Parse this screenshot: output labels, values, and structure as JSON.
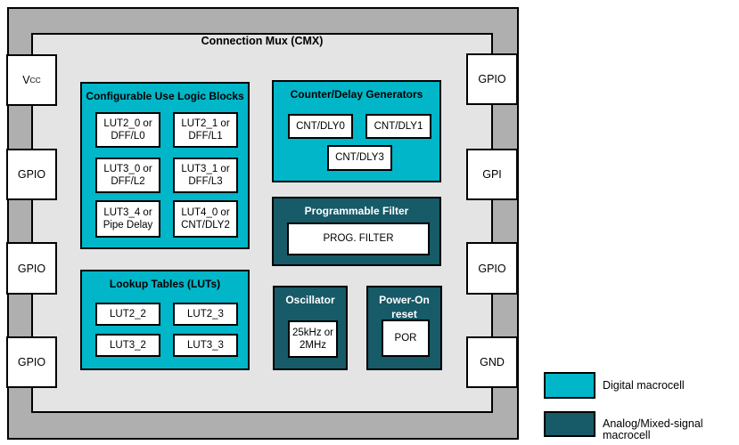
{
  "chip": {
    "title": "Connection Mux (CMX)"
  },
  "pins": {
    "left": [
      {
        "id": "vcc",
        "text": "V",
        "sub": "CC"
      },
      {
        "id": "gpio",
        "text": "GPIO"
      },
      {
        "id": "gpio",
        "text": "GPIO"
      },
      {
        "id": "gpio",
        "text": "GPIO"
      }
    ],
    "right": [
      {
        "id": "gpio",
        "text": "GPIO"
      },
      {
        "id": "gpi",
        "text": "GPI"
      },
      {
        "id": "gpio",
        "text": "GPIO"
      },
      {
        "id": "gnd",
        "text": "GND"
      }
    ]
  },
  "panels": {
    "culb": {
      "title": "Configurable Use Logic Blocks",
      "cells": [
        "LUT2_0 or\nDFF/L0",
        "LUT2_1 or\nDFF/L1",
        "LUT3_0 or\nDFF/L2",
        "LUT3_1 or\nDFF/L3",
        "LUT3_4 or\nPipe Delay",
        "LUT4_0 or\nCNT/DLY2"
      ]
    },
    "cdg": {
      "title": "Counter/Delay Generators",
      "cells": [
        "CNT/DLY0",
        "CNT/DLY1",
        "CNT/DLY3"
      ]
    },
    "pf": {
      "title": "Programmable Filter",
      "cell": "PROG. FILTER"
    },
    "osc": {
      "title": "Oscillator",
      "cell": "25kHz or\n2MHz"
    },
    "por": {
      "title": "Power-On\nreset",
      "cell": "POR"
    },
    "luts": {
      "title": "Lookup Tables (LUTs)",
      "cells": [
        "LUT2_2",
        "LUT2_3",
        "LUT3_2",
        "LUT3_3"
      ]
    }
  },
  "legend": {
    "items": [
      {
        "type": "digital",
        "label": "Digital macrocell"
      },
      {
        "type": "analog",
        "label": "Analog/Mixed-signal macrocell"
      }
    ]
  },
  "colors": {
    "digital_macrocell": "#00B6C8",
    "analog_macrocell": "#175A68",
    "chip_frame_fill": "#AFAFAF",
    "chip_inner_fill": "#E4E4E4",
    "border": "#000000"
  }
}
